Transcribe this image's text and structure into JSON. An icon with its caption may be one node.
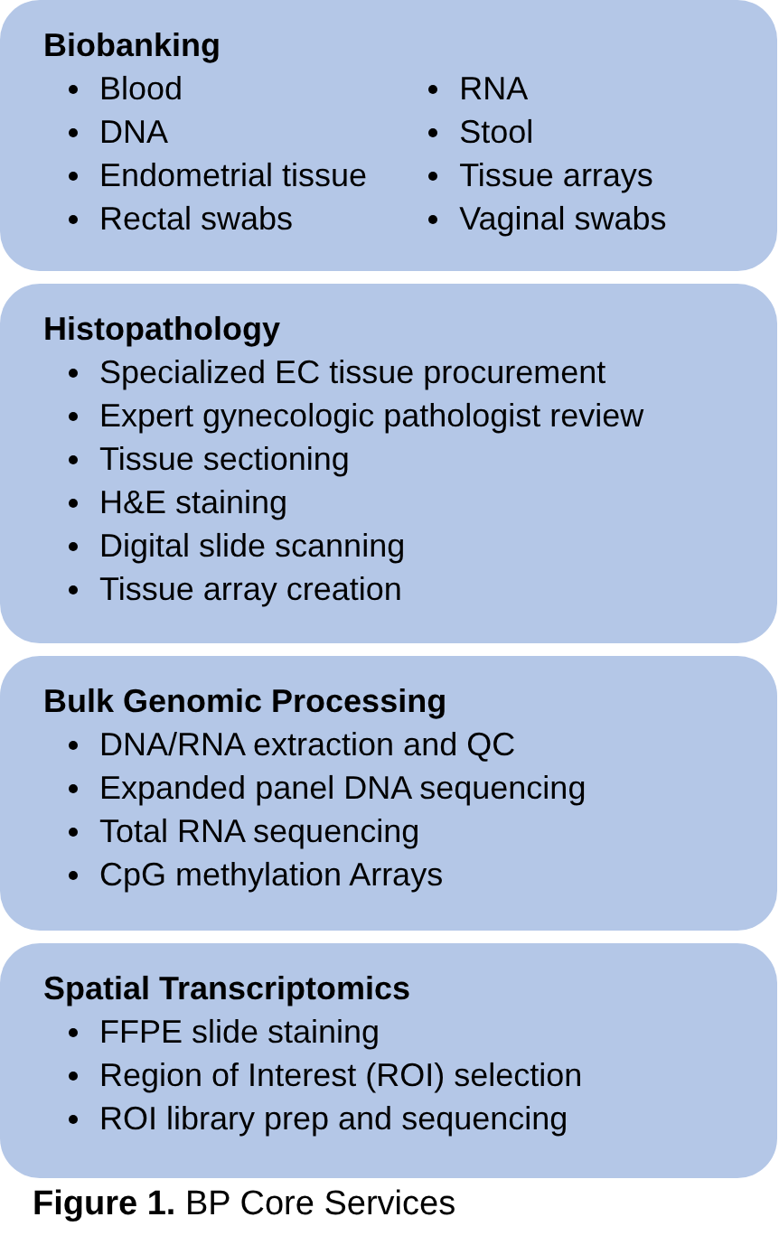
{
  "diagram": {
    "caption": "**Figure 1.** BP Core Services",
    "nodes": [
      {
        "text": [
          "Biobanking",
          "Blood",
          "DNA",
          "Endometrial tissue",
          "Rectal swabs",
          "RNA",
          "Stool",
          "Tissue arrays",
          "Vaginal swabs"
        ]
      },
      {
        "text": [
          "Histopathology",
          "Specialized EC tissue procurement",
          "Expert gynecologic pathologist review",
          "Tissue sectioning",
          "H&E staining",
          "Digital slide scanning",
          "Tissue array creation"
        ]
      },
      {
        "text": [
          "Bulk Genomic Processing",
          "DNA/RNA extraction and QC",
          "Expanded panel DNA sequencing",
          "Total RNA sequencing",
          "CpG methylation Arrays"
        ]
      },
      {
        "text": [
          "Spatial Transcriptomics",
          "FFPE slide staining",
          "Region of Interest (ROI) selection",
          "ROI library prep and sequencing"
        ]
      }
    ]
  }
}
